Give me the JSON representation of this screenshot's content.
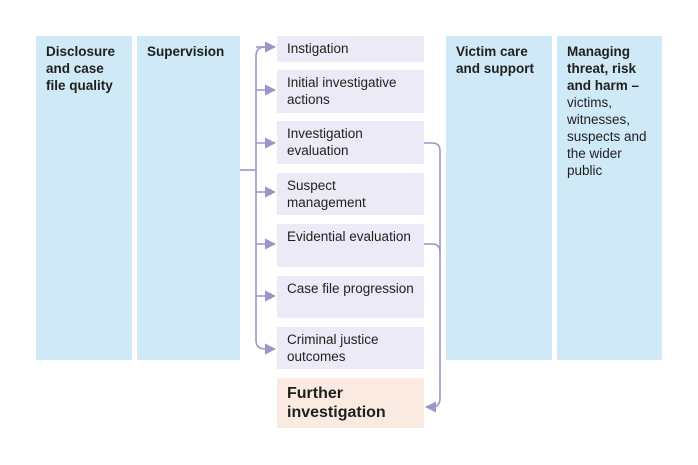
{
  "columns": {
    "disclosure": {
      "title": "Disclosure and case file quality",
      "body": ""
    },
    "supervision": {
      "title": "Supervision",
      "body": ""
    },
    "victim_care": {
      "title": "Victim care and support",
      "body": ""
    },
    "managing_threat": {
      "title": "Managing threat, risk and harm –",
      "body": "victims, witnesses, suspects and the wider public"
    }
  },
  "steps": [
    {
      "label": "Instigation"
    },
    {
      "label": "Initial investigative actions"
    },
    {
      "label": "Investigation evaluation"
    },
    {
      "label": "Suspect management"
    },
    {
      "label": "Evidential evaluation"
    },
    {
      "label": "Case file progression"
    },
    {
      "label": "Criminal justice outcomes"
    }
  ],
  "final_step": {
    "label": "Further investigation"
  },
  "colors": {
    "column_fill": "#cfe9f7",
    "step_fill": "#eceaf6",
    "final_fill": "#faeae2",
    "connector": "#9d94c8"
  }
}
